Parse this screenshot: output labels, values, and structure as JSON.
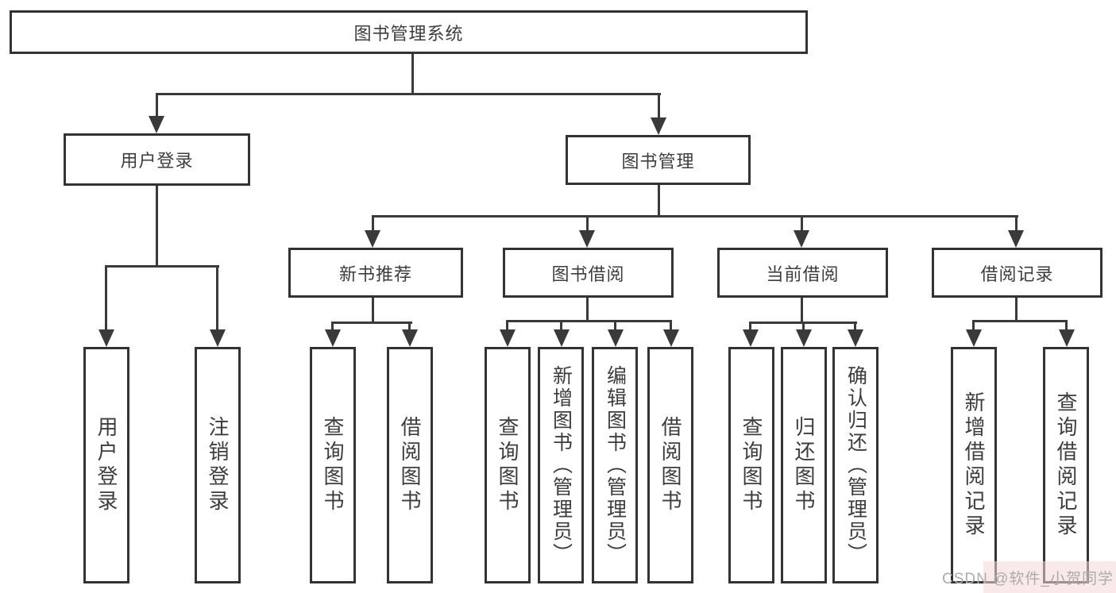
{
  "diagram": {
    "type": "tree-structure-chart",
    "root": {
      "label": "图书管理系统"
    },
    "level2": [
      {
        "label": "用户登录"
      },
      {
        "label": "图书管理"
      }
    ],
    "level3": [
      {
        "label": "新书推荐"
      },
      {
        "label": "图书借阅"
      },
      {
        "label": "当前借阅"
      },
      {
        "label": "借阅记录"
      }
    ],
    "leaves": {
      "user_login": [
        "用户登录",
        "注销登录"
      ],
      "new_books": [
        "查询图书",
        "借阅图书"
      ],
      "book_borrow": [
        "查询图书",
        "新增图书（管理员）",
        "编辑图书（管理员）",
        "借阅图书"
      ],
      "current_borrow": [
        "查询图书",
        "归还图书",
        "确认归还（管理员）"
      ],
      "borrow_records": [
        "新增借阅记录",
        "查询借阅记录"
      ]
    },
    "watermark": "CSDN @软件_小贺同学",
    "colors": {
      "line": "#3a3a3a",
      "border": "#333333",
      "text": "#3d3d3d",
      "background": "#ffffff",
      "watermark_text": "#aeabab",
      "watermark_bg": "#f5d7d7"
    }
  }
}
